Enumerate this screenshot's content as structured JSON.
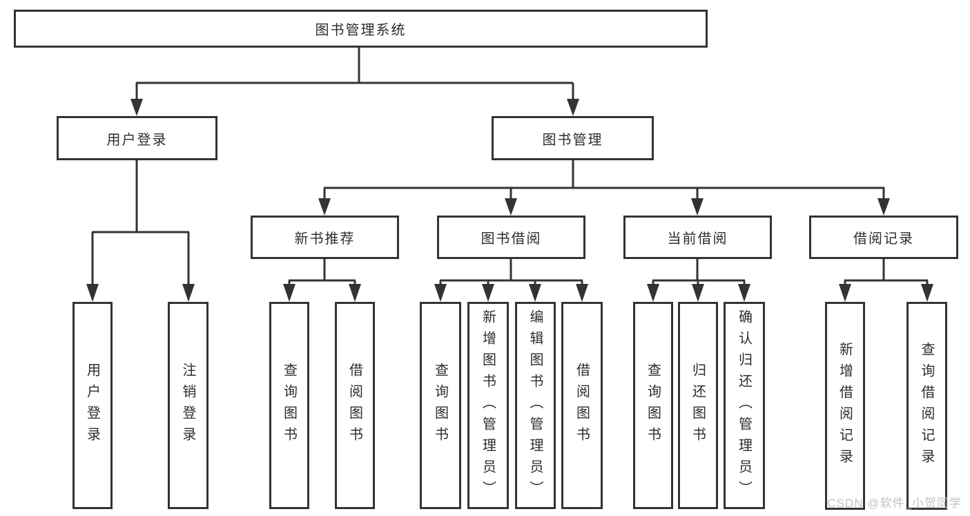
{
  "diagram": {
    "type": "hierarchy-tree",
    "orientation": "top-down"
  },
  "colors": {
    "line": "#333333",
    "box_border": "#333333",
    "box_fill": "#ffffff",
    "text": "#2d2d2d",
    "watermark": "#c7c0c2",
    "background": "#ffffff"
  },
  "tree": {
    "label": "图书管理系统",
    "children": [
      {
        "label": "用户登录",
        "children": [
          {
            "label": "用户登录"
          },
          {
            "label": "注销登录"
          }
        ]
      },
      {
        "label": "图书管理",
        "children": [
          {
            "label": "新书推荐",
            "children": [
              {
                "label": "查询图书"
              },
              {
                "label": "借阅图书"
              }
            ]
          },
          {
            "label": "图书借阅",
            "children": [
              {
                "label": "查询图书"
              },
              {
                "label": "新增图书（管理员）"
              },
              {
                "label": "编辑图书（管理员）"
              },
              {
                "label": "借阅图书"
              }
            ]
          },
          {
            "label": "当前借阅",
            "children": [
              {
                "label": "查询图书"
              },
              {
                "label": "归还图书"
              },
              {
                "label": "确认归还（管理员）"
              }
            ]
          },
          {
            "label": "借阅记录",
            "children": [
              {
                "label": "新增借阅记录"
              },
              {
                "label": "查询借阅记录"
              }
            ]
          }
        ]
      }
    ]
  },
  "watermark": {
    "text": "CSDN @软件_小贺同学"
  }
}
